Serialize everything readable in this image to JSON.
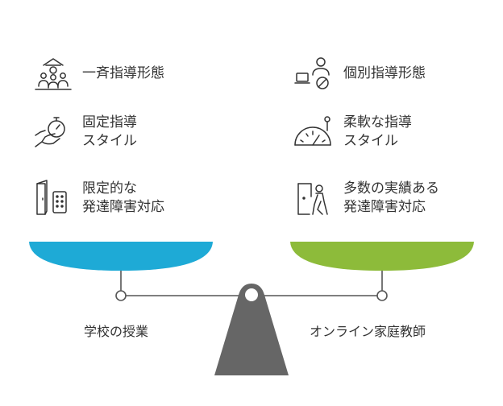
{
  "left": {
    "label": "学校の授業",
    "color": "#1eaad6",
    "items": [
      {
        "lines": [
          "一斉指導形態"
        ],
        "icon": "classroom-icon"
      },
      {
        "lines": [
          "固定指導",
          "スタイル"
        ],
        "icon": "stopwatch-hand-icon"
      },
      {
        "lines": [
          "限定的な",
          "発達障害対応"
        ],
        "icon": "door-keypad-icon"
      }
    ]
  },
  "right": {
    "label": "オンライン家庭教師",
    "color": "#8dbb3a",
    "items": [
      {
        "lines": [
          "個別指導形態"
        ],
        "icon": "online-tutor-icon"
      },
      {
        "lines": [
          "柔軟な指導",
          "スタイル"
        ],
        "icon": "gauge-dial-icon"
      },
      {
        "lines": [
          "多数の実績ある",
          "発達障害対応"
        ],
        "icon": "person-exit-door-icon"
      }
    ]
  },
  "colors": {
    "fulcrum": "#666666",
    "beam": "#555555",
    "text": "#333333"
  }
}
